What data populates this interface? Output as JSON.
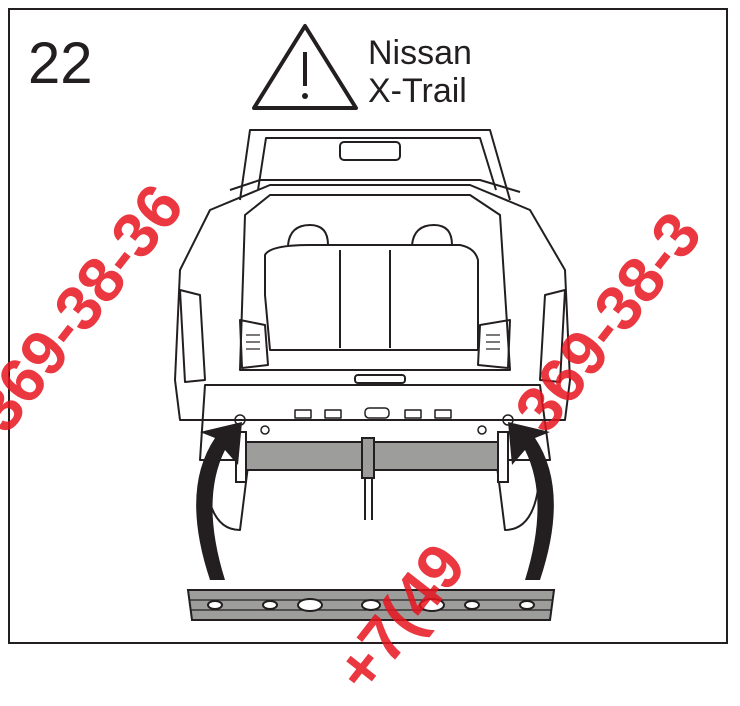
{
  "step": {
    "number": "22"
  },
  "vehicle": {
    "make": "Nissan",
    "model": "X-Trail"
  },
  "warning": {
    "icon": "warning-triangle-icon"
  },
  "watermark": {
    "line1": "369-38-36",
    "line2": "369-38-3",
    "line3": "+7(49"
  },
  "colors": {
    "line": "#231f20",
    "beam": "#9d9d9c",
    "watermark": "#e6141e"
  }
}
